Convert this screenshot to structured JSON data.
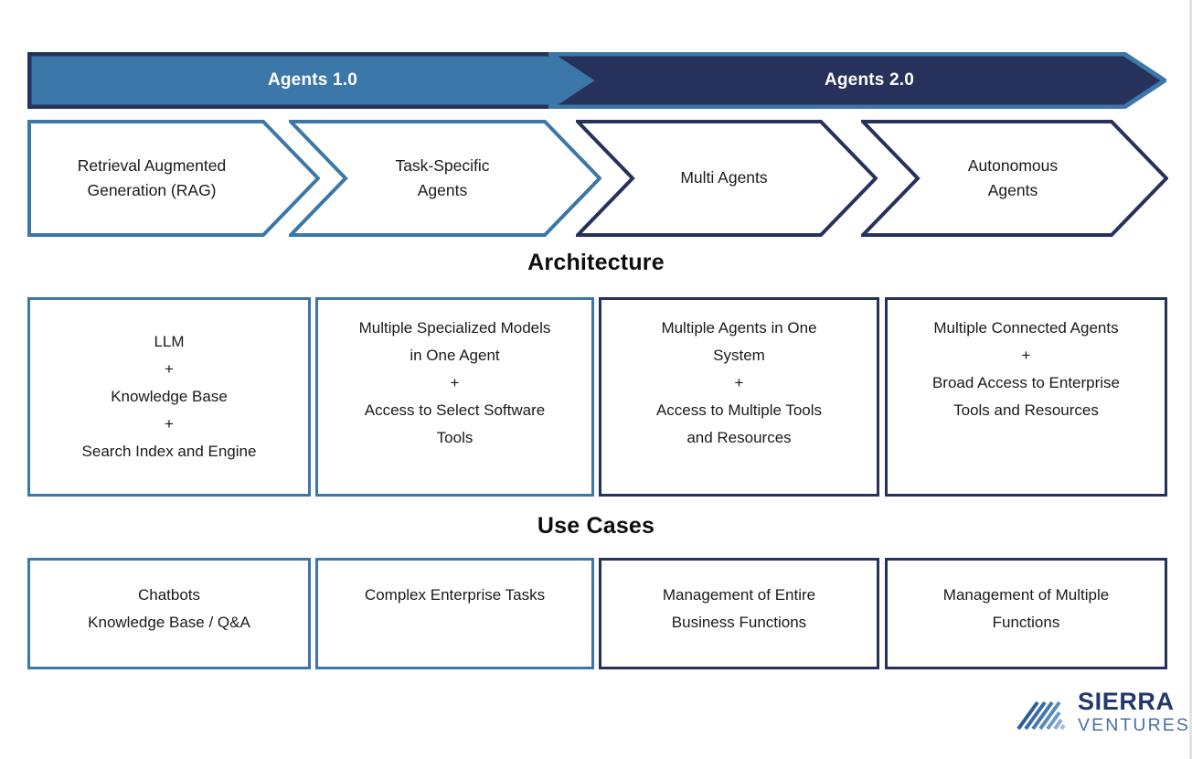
{
  "colors": {
    "agents1_fill": "#3B77A8",
    "agents1_border": "#26325C",
    "agents2_fill": "#26325C",
    "agents2_border": "#3B77A8",
    "chevron_blue": "#3B77A8",
    "chevron_navy": "#26325C",
    "card_blue_border": "#3B77A8",
    "card_navy_border": "#26325C",
    "heading_text": "#0d0d0d",
    "logo_navy": "#22386E",
    "logo_blue": "#4A6FA8",
    "slide_edge": "#e3e3e3"
  },
  "banners": [
    {
      "label": "Agents 1.0"
    },
    {
      "label": "Agents 2.0"
    }
  ],
  "stages": [
    {
      "label": "Retrieval Augmented\nGeneration (RAG)",
      "accent": "blue"
    },
    {
      "label": "Task-Specific\nAgents",
      "accent": "blue"
    },
    {
      "label": "Multi Agents",
      "accent": "navy"
    },
    {
      "label": "Autonomous\nAgents",
      "accent": "navy"
    }
  ],
  "sections": [
    {
      "heading": "Architecture",
      "cards": [
        {
          "text": "LLM\n+\nKnowledge Base\n+\nSearch Index and Engine",
          "accent": "blue",
          "align": "center"
        },
        {
          "text": "Multiple Specialized Models\nin One Agent\n+\nAccess to Select Software\nTools",
          "accent": "blue",
          "align": "top"
        },
        {
          "text": "Multiple Agents in One\nSystem\n+\nAccess to Multiple Tools\nand Resources",
          "accent": "navy",
          "align": "top"
        },
        {
          "text": "Multiple Connected Agents\n+\nBroad Access to Enterprise\nTools and Resources",
          "accent": "navy",
          "align": "top"
        }
      ]
    },
    {
      "heading": "Use Cases",
      "cards": [
        {
          "text": "Chatbots\nKnowledge Base / Q&A",
          "accent": "blue",
          "align": "top"
        },
        {
          "text": "Complex Enterprise Tasks",
          "accent": "blue",
          "align": "top"
        },
        {
          "text": "Management of Entire\nBusiness Functions",
          "accent": "navy",
          "align": "top"
        },
        {
          "text": "Management of Multiple\nFunctions",
          "accent": "navy",
          "align": "top"
        }
      ]
    }
  ],
  "logo": {
    "name_top": "SIERRA",
    "name_bottom": "VENTURES"
  }
}
